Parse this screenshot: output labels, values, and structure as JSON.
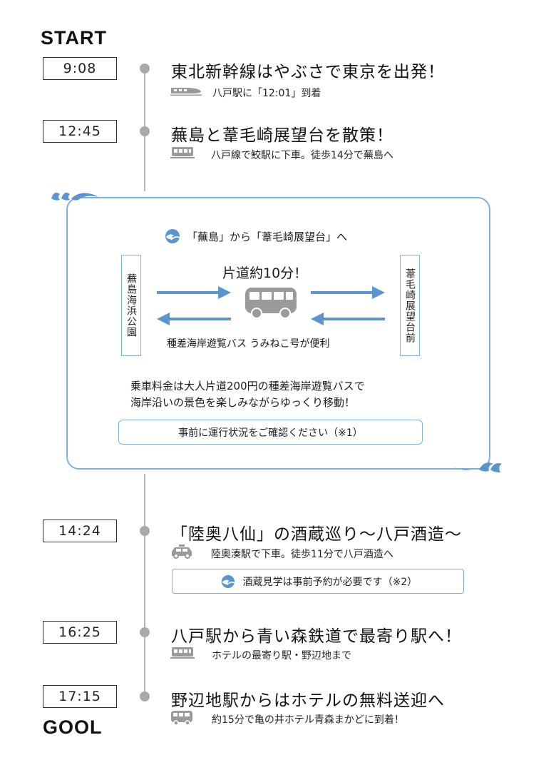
{
  "start_label": "START",
  "goal_label": "GOOL",
  "schedule": [
    {
      "time": "9:08",
      "title": "東北新幹線はやぶさで東京を出発！",
      "sub_icon": "shinkansen-icon",
      "sub": "八戸駅に「12:01」到着"
    },
    {
      "time": "12:45",
      "title": "蕪島と葦毛崎展望台を散策！",
      "sub_icon": "train-icon",
      "sub": "八戸線で鮫駅に下車。徒歩14分で蕪島へ"
    },
    {
      "time": "14:24",
      "title": "「陸奥八仙」の酒蔵巡り～八戸酒造～",
      "sub_icon": "taxi-icon",
      "sub": "陸奥湊駅で下車。徒歩11分で八戸酒造へ",
      "note": "酒蔵見学は事前予約が必要です（※2）"
    },
    {
      "time": "16:25",
      "title": "八戸駅から青い森鉄道で最寄り駅へ！",
      "sub_icon": "train-icon",
      "sub": "ホテルの最寄り駅・野辺地まで"
    },
    {
      "time": "17:15",
      "title": "野辺地駅からはホテルの無料送迎へ",
      "sub_icon": "bus-icon",
      "sub": "約15分で亀の井ホテル青森まかどに到着！"
    }
  ],
  "panel": {
    "heading": "「蕪島」から「葦毛崎展望台」へ",
    "left_stop": "蕪島海浜公園",
    "right_stop": "葦毛崎展望台前",
    "duration": "片道約10分！",
    "bus_name": "種差海岸遊覧バス うみねこ号が便利",
    "desc_line1": "乗車料金は大人片道200円の種差海岸遊覧バスで",
    "desc_line2": "海岸沿いの景色を楽しみながらゆっくり移動！",
    "notice": "事前に運行状況をご確認ください（※1）"
  },
  "colors": {
    "accent_blue": "#7fb1d9",
    "arrow_blue": "#5b95d0",
    "icon_gray": "#9a9a9a",
    "line_gray": "#b8b8b8"
  }
}
